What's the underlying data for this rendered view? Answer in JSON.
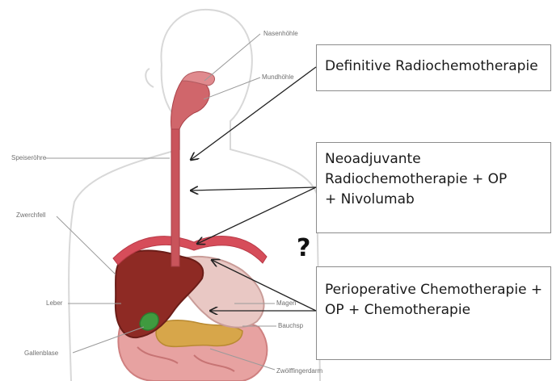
{
  "anatomy_labels": {
    "nasenhoehle": "Nasenhöhle",
    "mundhoehle": "Mundhöhle",
    "speiseroehre": "Speiseröhre",
    "zwerchfell": "Zwerchfell",
    "leber": "Leber",
    "magen": "Magen",
    "bauchsp": "Bauchsp",
    "gallenblase": "Gallenblase",
    "zwoelffingerdarm": "Zwölffingerdarm"
  },
  "boxes": {
    "definitive": {
      "lines": [
        "Definitive Radiochemotherapie"
      ]
    },
    "neoadjuvant": {
      "lines": [
        "Neoadjuvante",
        "Radiochemotherapie + OP",
        "+ Nivolumab"
      ]
    },
    "perioperative": {
      "lines": [
        "Perioperative Chemotherapie +",
        "OP + Chemotherapie"
      ]
    }
  },
  "question_mark": "?",
  "colors": {
    "liver": "#8e2a24",
    "stomach": "#e9c8c4",
    "esophagus": "#c9545b",
    "pancreas": "#d7a64a",
    "gallbladder": "#3f9a3f",
    "intestine": "#e7a2a1",
    "diaphragm": "#d64d5a",
    "body_outline": "#d8d8d8"
  }
}
